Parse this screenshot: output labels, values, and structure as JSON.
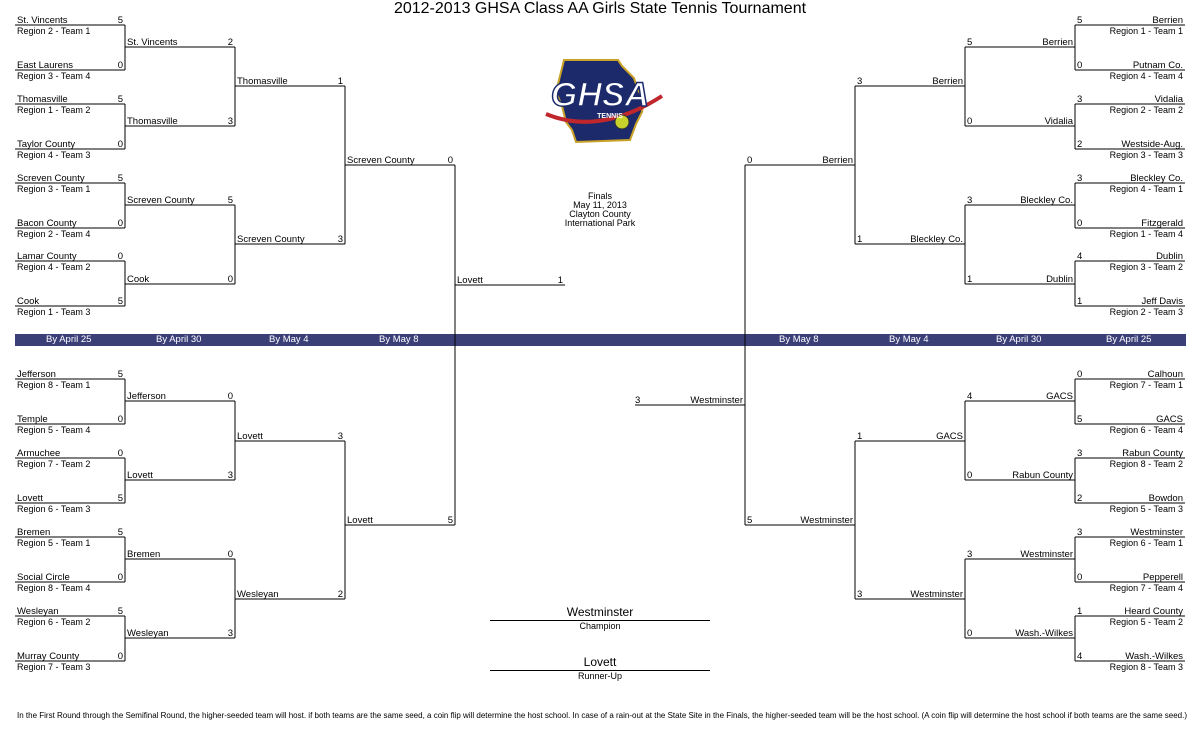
{
  "title": "2012-2013 GHSA Class AA Girls State Tennis Tournament",
  "logo": {
    "name": "GHSA",
    "sub": "TENNIS"
  },
  "finals": {
    "line1": "Finals",
    "line2": "May 11, 2013",
    "line3": "Clayton County",
    "line4": "International Park"
  },
  "dates": {
    "left": [
      "By April 25",
      "By April 30",
      "By May 4",
      "By May 8"
    ],
    "right": [
      "By May 8",
      "By May 4",
      "By April 30",
      "By April 25"
    ]
  },
  "first_round": {
    "left_top": [
      {
        "name": "St. Vincents",
        "seed": "Region 2 - Team 1",
        "score": "5"
      },
      {
        "name": "East Laurens",
        "seed": "Region 3 - Team 4",
        "score": "0"
      },
      {
        "name": "Thomasville",
        "seed": "Region 1 - Team 2",
        "score": "5"
      },
      {
        "name": "Taylor County",
        "seed": "Region 4 - Team 3",
        "score": "0"
      },
      {
        "name": "Screven County",
        "seed": "Region 3 - Team 1",
        "score": "5"
      },
      {
        "name": "Bacon County",
        "seed": "Region 2 - Team 4",
        "score": "0"
      },
      {
        "name": "Lamar County",
        "seed": "Region 4 - Team 2",
        "score": "0"
      },
      {
        "name": "Cook",
        "seed": "Region 1 - Team 3",
        "score": "5"
      }
    ],
    "left_bottom": [
      {
        "name": "Jefferson",
        "seed": "Region 8 - Team 1",
        "score": "5"
      },
      {
        "name": "Temple",
        "seed": "Region 5 - Team 4",
        "score": "0"
      },
      {
        "name": "Armuchee",
        "seed": "Region 7 - Team 2",
        "score": "0"
      },
      {
        "name": "Lovett",
        "seed": "Region 6 - Team 3",
        "score": "5"
      },
      {
        "name": "Bremen",
        "seed": "Region 5 - Team 1",
        "score": "5"
      },
      {
        "name": "Social Circle",
        "seed": "Region 8 - Team 4",
        "score": "0"
      },
      {
        "name": "Wesleyan",
        "seed": "Region 6 - Team 2",
        "score": "5"
      },
      {
        "name": "Murray County",
        "seed": "Region 7 - Team 3",
        "score": "0"
      }
    ],
    "right_top": [
      {
        "name": "Berrien",
        "seed": "Region 1 - Team 1",
        "score": "5"
      },
      {
        "name": "Putnam Co.",
        "seed": "Region 4 - Team 4",
        "score": "0"
      },
      {
        "name": "Vidalia",
        "seed": "Region 2 - Team 2",
        "score": "3"
      },
      {
        "name": "Westside-Aug.",
        "seed": "Region 3 - Team 3",
        "score": "2"
      },
      {
        "name": "Bleckley Co.",
        "seed": "Region 4 - Team 1",
        "score": "3"
      },
      {
        "name": "Fitzgerald",
        "seed": "Region 1 - Team 4",
        "score": "0"
      },
      {
        "name": "Dublin",
        "seed": "Region 3 - Team 2",
        "score": "4"
      },
      {
        "name": "Jeff Davis",
        "seed": "Region 2 - Team 3",
        "score": "1"
      }
    ],
    "right_bottom": [
      {
        "name": "Calhoun",
        "seed": "Region 7 - Team 1",
        "score": "0"
      },
      {
        "name": "GACS",
        "seed": "Region 6 - Team 4",
        "score": "5"
      },
      {
        "name": "Rabun County",
        "seed": "Region 8 - Team 2",
        "score": "3"
      },
      {
        "name": "Bowdon",
        "seed": "Region 5 - Team 3",
        "score": "2"
      },
      {
        "name": "Westminster",
        "seed": "Region 6 - Team 1",
        "score": "3"
      },
      {
        "name": "Pepperell",
        "seed": "Region 7 - Team 4",
        "score": "0"
      },
      {
        "name": "Heard County",
        "seed": "Region 5 - Team 2",
        "score": "1"
      },
      {
        "name": "Wash.-Wilkes",
        "seed": "Region 8 - Team 3",
        "score": "4"
      }
    ]
  },
  "second_round": {
    "left_top": [
      {
        "name": "St. Vincents",
        "score": "2"
      },
      {
        "name": "Thomasville",
        "score": "3"
      },
      {
        "name": "Screven County",
        "score": "5"
      },
      {
        "name": "Cook",
        "score": "0"
      }
    ],
    "left_bottom": [
      {
        "name": "Jefferson",
        "score": "0"
      },
      {
        "name": "Lovett",
        "score": "3"
      },
      {
        "name": "Bremen",
        "score": "0"
      },
      {
        "name": "Wesleyan",
        "score": "3"
      }
    ],
    "right_top": [
      {
        "name": "Berrien",
        "score": "5"
      },
      {
        "name": "Vidalia",
        "score": "0"
      },
      {
        "name": "Bleckley Co.",
        "score": "3"
      },
      {
        "name": "Dublin",
        "score": "1"
      }
    ],
    "right_bottom": [
      {
        "name": "GACS",
        "score": "4"
      },
      {
        "name": "Rabun County",
        "score": "0"
      },
      {
        "name": "Westminster",
        "score": "3"
      },
      {
        "name": "Wash.-Wilkes",
        "score": "0"
      }
    ]
  },
  "quarterfinals": {
    "left_top": [
      {
        "name": "Thomasville",
        "score": "1"
      },
      {
        "name": "Screven County",
        "score": "3"
      }
    ],
    "left_bottom": [
      {
        "name": "Lovett",
        "score": "3"
      },
      {
        "name": "Wesleyan",
        "score": "2"
      }
    ],
    "right_top": [
      {
        "name": "Berrien",
        "score": "3"
      },
      {
        "name": "Bleckley Co.",
        "score": "1"
      }
    ],
    "right_bottom": [
      {
        "name": "GACS",
        "score": "1"
      },
      {
        "name": "Westminster",
        "score": "3"
      }
    ]
  },
  "semifinals": {
    "left": [
      {
        "name": "Screven County",
        "score": "0"
      },
      {
        "name": "Lovett",
        "score": "5"
      }
    ],
    "right": [
      {
        "name": "Berrien",
        "score": "0"
      },
      {
        "name": "Westminster",
        "score": "5"
      }
    ]
  },
  "finalists": {
    "left": {
      "name": "Lovett",
      "score": "1"
    },
    "right": {
      "name": "Westminster",
      "score": "3"
    }
  },
  "champion": {
    "name": "Westminster",
    "label": "Champion"
  },
  "runner_up": {
    "name": "Lovett",
    "label": "Runner-Up"
  },
  "footnote": "In the First Round through the Semifinal Round, the higher-seeded team will host.  if both teams are the same seed, a coin flip will determine the host school.  In case of a rain-out at the State Site in the Finals, the higher-seeded team will be the host school. (A coin flip will determine the host school if both teams are the same seed.)"
}
